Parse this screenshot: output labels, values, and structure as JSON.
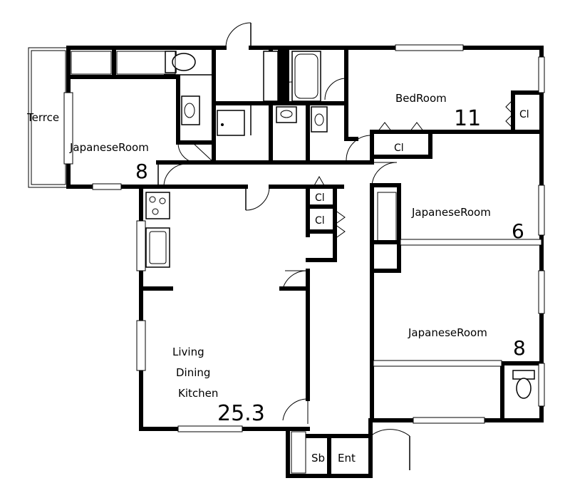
{
  "rooms": {
    "terrace": {
      "label": "Terrce"
    },
    "japanese_room_west": {
      "label": "JapaneseRoom",
      "size": "8"
    },
    "bedroom": {
      "label": "BedRoom",
      "size": "11"
    },
    "japanese_room_east_upper": {
      "label": "JapaneseRoom",
      "size": "6"
    },
    "japanese_room_east_lower": {
      "label": "JapaneseRoom",
      "size": "8"
    },
    "ldk": {
      "line1": "Living",
      "line2": "Dining",
      "line3": "Kitchen",
      "size": "25.3"
    },
    "shoe_box": {
      "label": "Sb"
    },
    "entrance": {
      "label": "Ent"
    }
  },
  "closets": {
    "bedroom_right": "Cl",
    "bedroom_bottom": "Cl",
    "hall_upper": "Cl",
    "hall_lower": "Cl"
  }
}
